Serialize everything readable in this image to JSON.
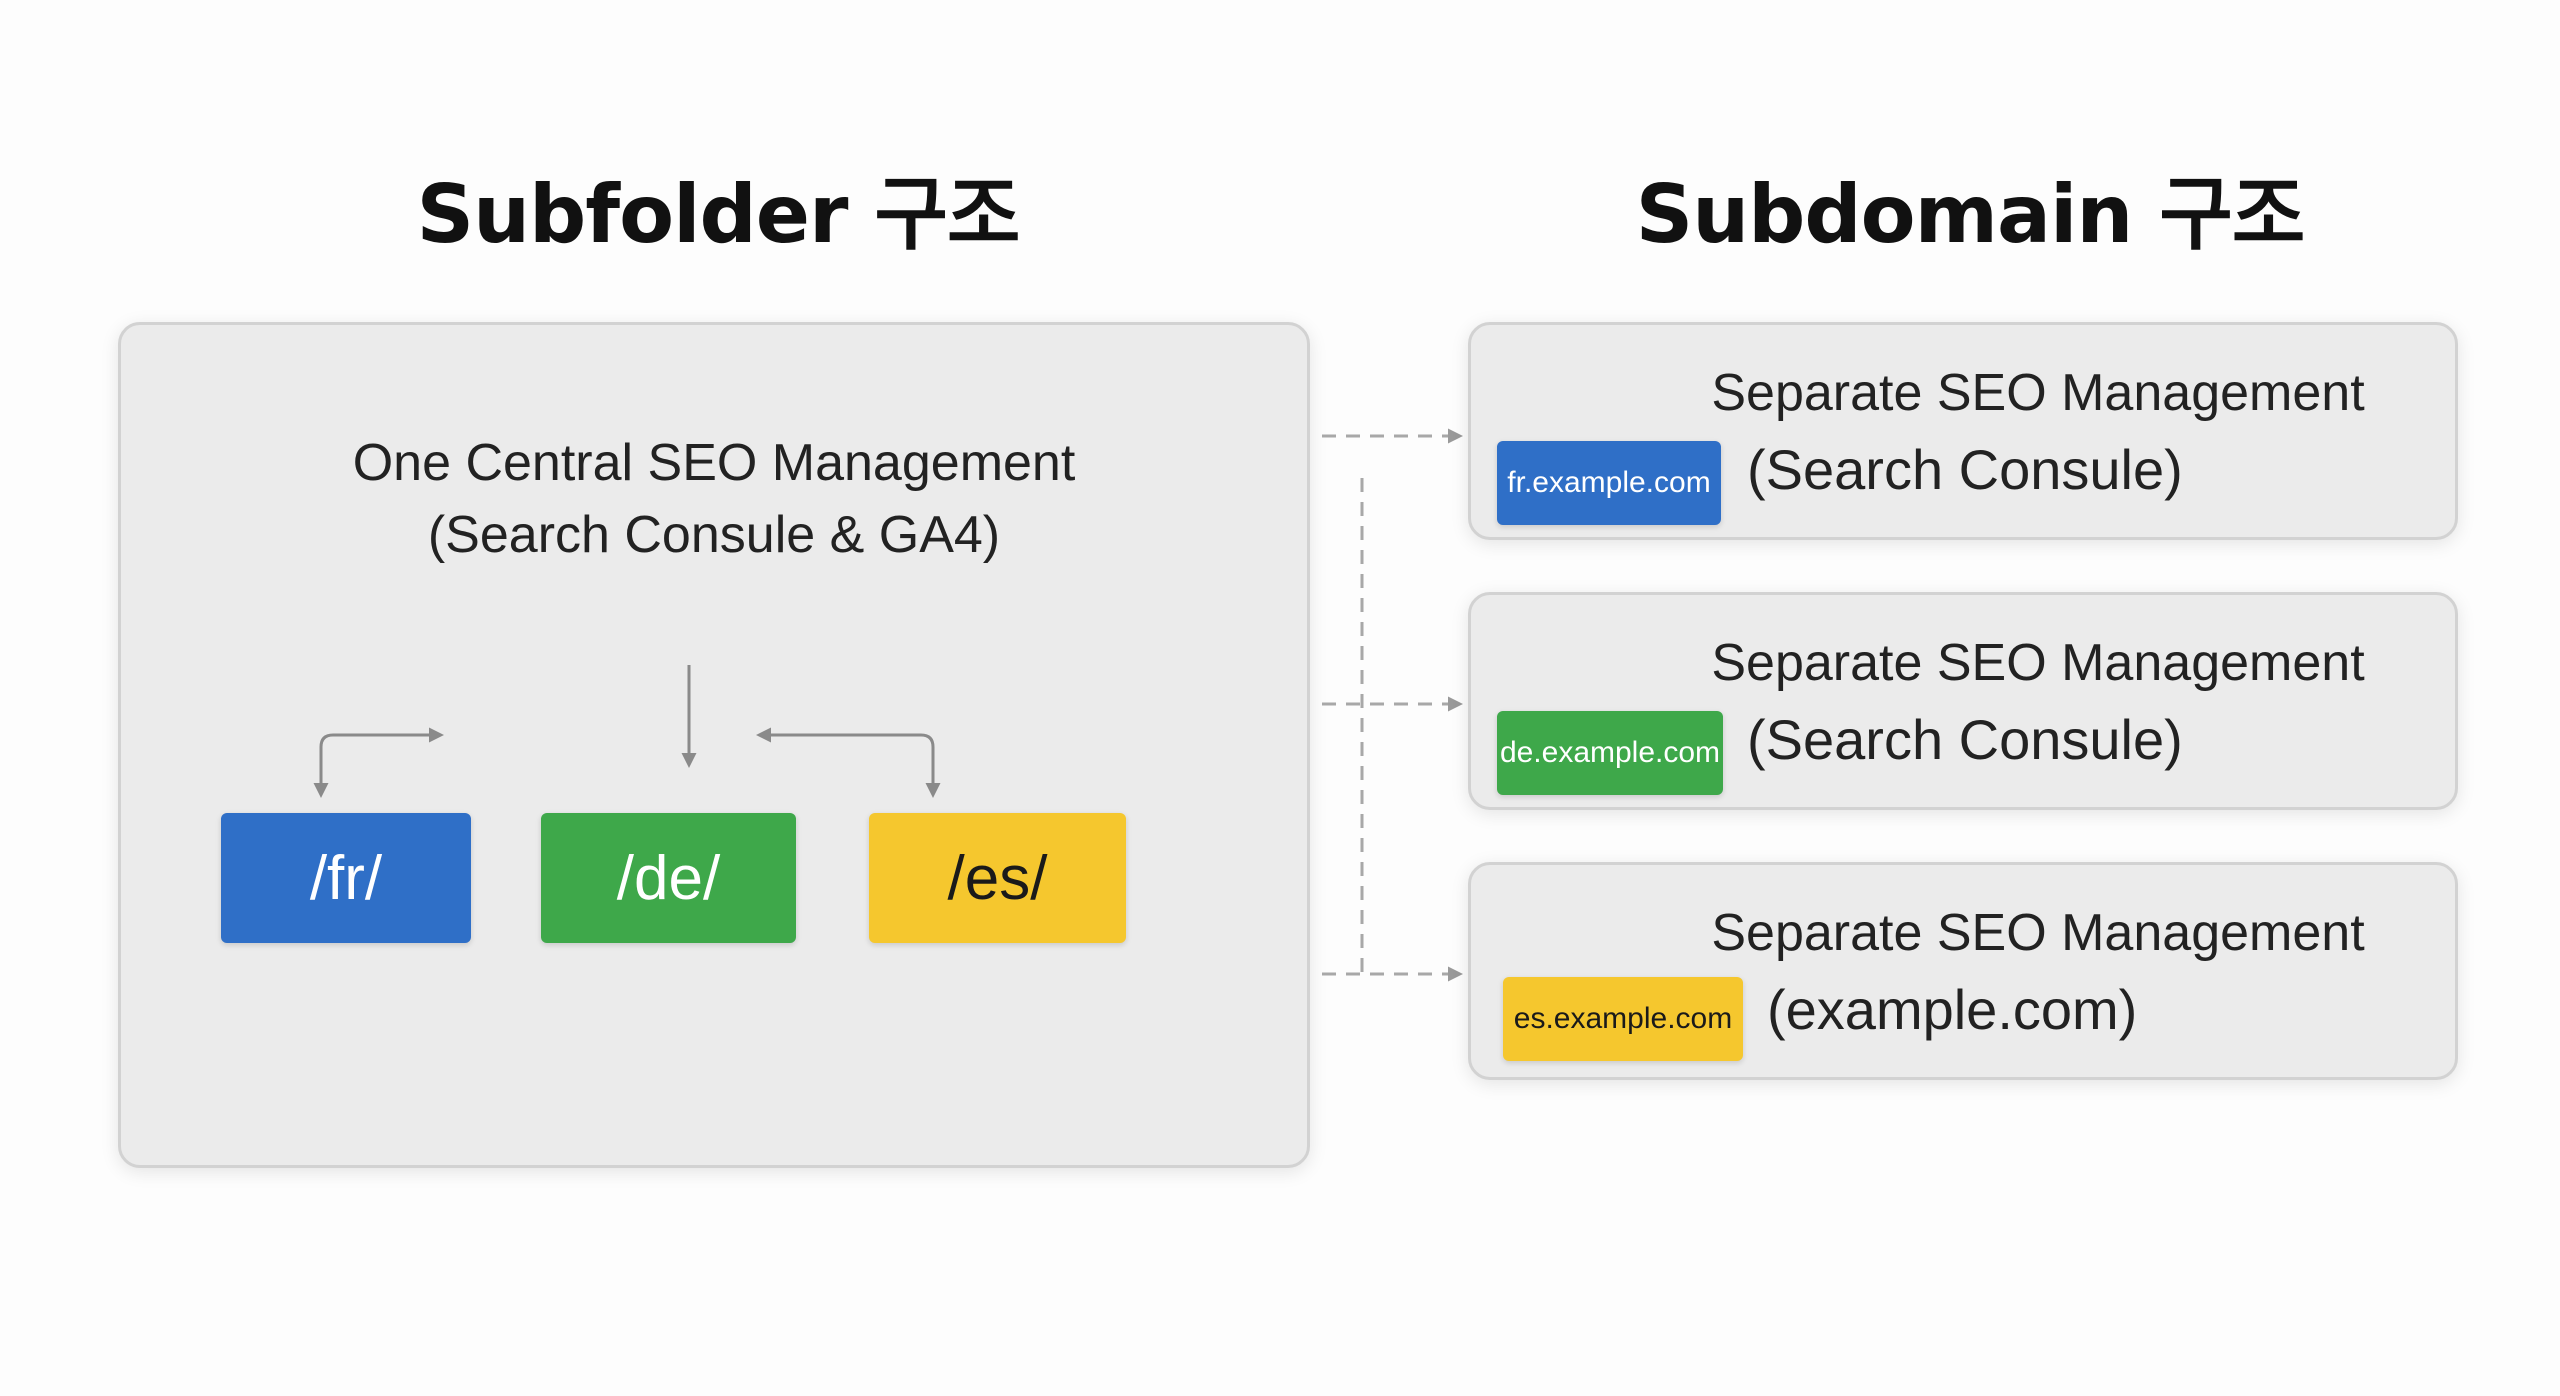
{
  "headings": {
    "subfolder": "Subfolder 구조",
    "subdomain": "Subdomain 구조"
  },
  "subfolder_panel": {
    "line1": "One Central SEO Management",
    "line2": "(Search Consule & GA4)",
    "folders": [
      {
        "label": "/fr/",
        "color": "#2f6fc7"
      },
      {
        "label": "/de/",
        "color": "#3ea84a"
      },
      {
        "label": "/es/",
        "color": "#f5c72e"
      }
    ]
  },
  "subdomain_panels": [
    {
      "title": "Separate SEO Management",
      "badge": "fr.example.com",
      "detail": "(Search Consule)",
      "color": "#2f6fc7"
    },
    {
      "title": "Separate SEO Management",
      "badge": "de.example.com",
      "detail": "(Search Consule)",
      "color": "#3ea84a"
    },
    {
      "title": "Separate SEO Management",
      "badge": "es.example.com",
      "detail": "(example.com)",
      "color": "#f5c72e"
    }
  ]
}
